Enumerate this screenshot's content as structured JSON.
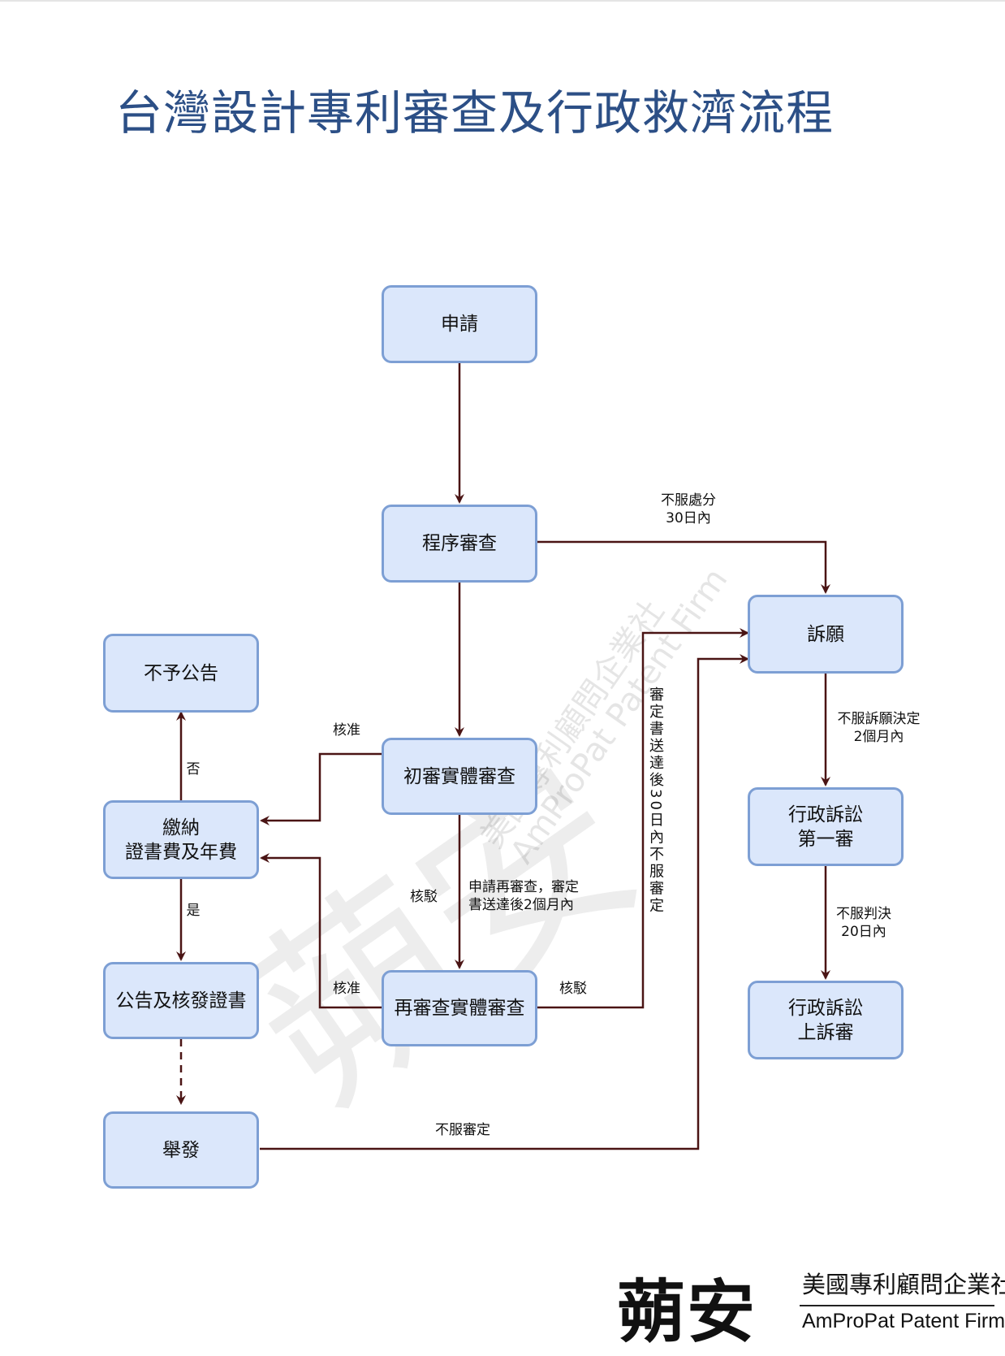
{
  "title": "台灣設計專利審查及行政救濟流程",
  "nodes": {
    "apply": "申請",
    "formal_exam": "程序審查",
    "appeal": "訴願",
    "no_publication": "不予公告",
    "initial_exam": "初審實體審查",
    "pay_fees": "繳納\n證書費及年費",
    "admin_first": "行政訴訟\n第一審",
    "publication": "公告及核發證書",
    "re_exam": "再審查實體審查",
    "admin_appeal": "行政訴訟\n上訴審",
    "invalidation": "舉發"
  },
  "edge_labels": {
    "formal_to_appeal": "不服處分\n30日內",
    "appeal_to_admin": "不服訴願決定\n2個月內",
    "admin_to_appeal": "不服判決\n20日內",
    "initial_approve": "核准",
    "pay_no": "否",
    "initial_reject": "核駁",
    "reexam_request": "申請再審查，審定\n書送達後2個月內",
    "pay_yes": "是",
    "reexam_approve": "核准",
    "reexam_reject": "核駁",
    "reexam_to_appeal_vertical": "審定書送達後30日內不服審定",
    "invalidation_to_appeal": "不服審定"
  },
  "watermark": {
    "big": "蒴安",
    "line1": "美國專利顧問企業社",
    "line2": "AmProPat Patent Firm"
  },
  "logo": {
    "cn": "蒴安",
    "sub_cn": "美國專利顧問企業社",
    "sub_en": "AmProPat Patent Firm"
  },
  "colors": {
    "node_fill": "#dbe7fb",
    "node_border": "#7d9fd4",
    "connector": "#4a1414",
    "title": "#2c4f86"
  }
}
